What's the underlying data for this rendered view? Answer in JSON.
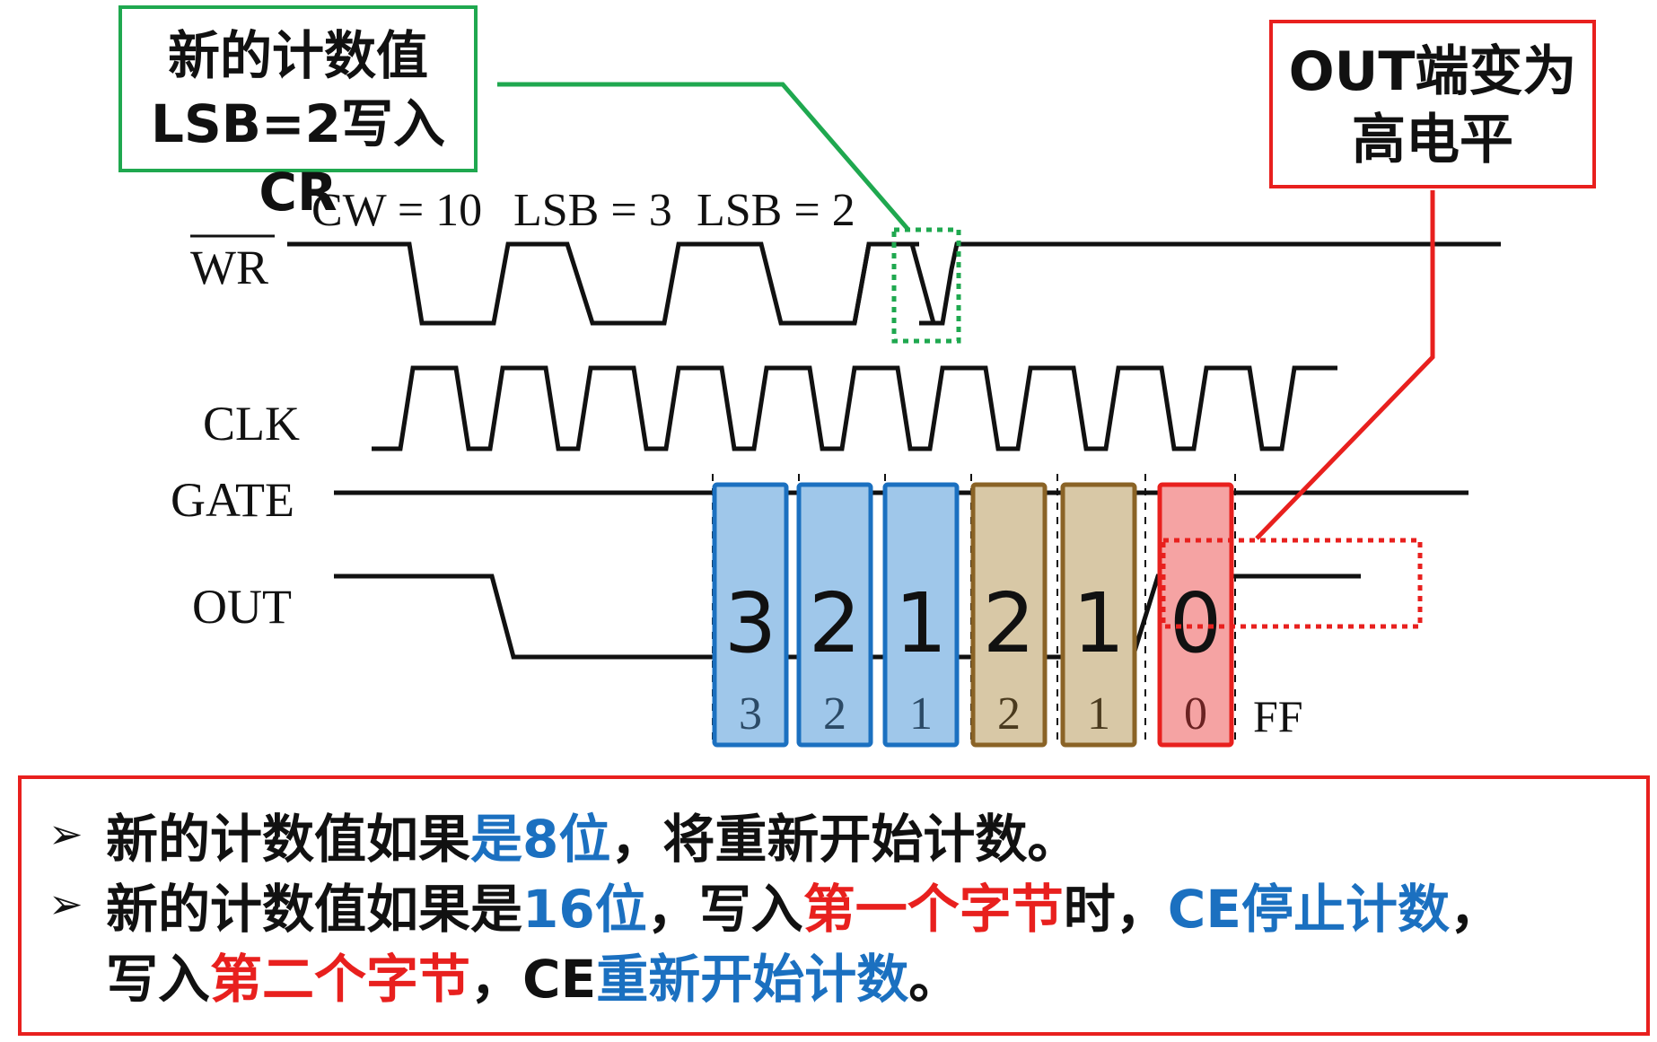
{
  "callouts": {
    "green": {
      "line1": "新的计数值",
      "line2": "LSB=2写入CR"
    },
    "red": {
      "line1": "OUT端变为",
      "line2": "高电平"
    }
  },
  "signals": {
    "wr": "WR",
    "clk": "CLK",
    "gate": "GATE",
    "out": "OUT"
  },
  "writes": {
    "cw": "CW = 10",
    "lsb1": "LSB = 3",
    "lsb2": "LSB = 2"
  },
  "counts": {
    "big": [
      "3",
      "2",
      "1",
      "2",
      "1",
      "0"
    ],
    "small": [
      "3",
      "2",
      "1",
      "2",
      "1",
      "0"
    ],
    "ff": "FF"
  },
  "colors": {
    "blue": "#1b70c0",
    "brown": "#8a6326",
    "red": "#e8201e",
    "green": "#1fa84f"
  },
  "notes": {
    "bullet": "➢",
    "line1": [
      "新的计数值如果",
      "是8位",
      "，将重新开始计数。"
    ],
    "line2": [
      "新的计数值如果是",
      "16位",
      "，写入",
      "第一个字节",
      "时，",
      "CE停止计数",
      "，"
    ],
    "line3": [
      "写入",
      "第二个字节",
      "，CE",
      "重新开始计数",
      "。"
    ]
  }
}
